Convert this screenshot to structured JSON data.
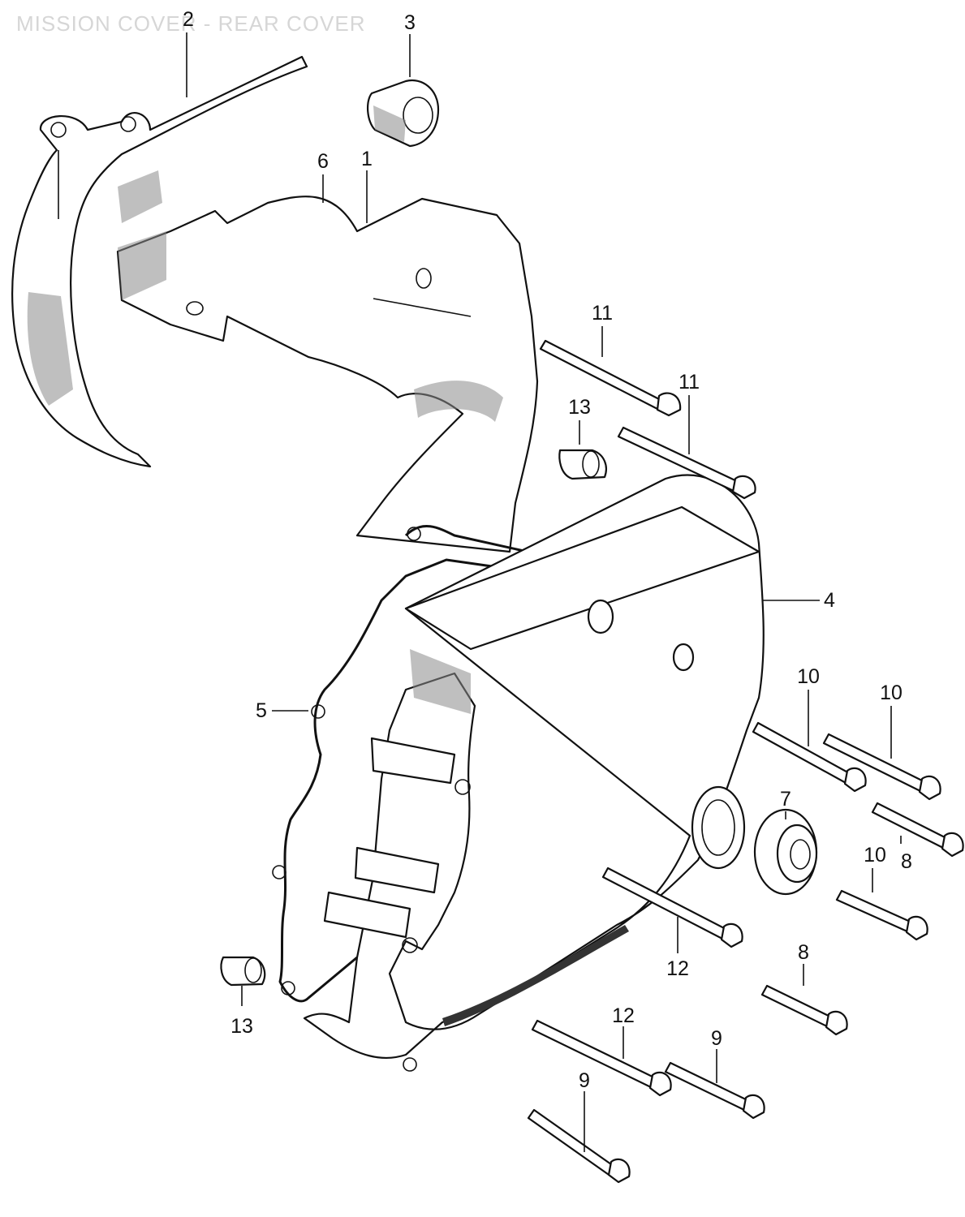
{
  "diagram": {
    "faded_title": "MISSION COVER - REAR COVER",
    "callouts": [
      {
        "id": "c1",
        "label": "1"
      },
      {
        "id": "c2",
        "label": "2"
      },
      {
        "id": "c3",
        "label": "3"
      },
      {
        "id": "c4",
        "label": "4"
      },
      {
        "id": "c5",
        "label": "5"
      },
      {
        "id": "c6",
        "label": "6"
      },
      {
        "id": "c7",
        "label": "7"
      },
      {
        "id": "c8a",
        "label": "8"
      },
      {
        "id": "c8b",
        "label": "8"
      },
      {
        "id": "c9a",
        "label": "9"
      },
      {
        "id": "c9b",
        "label": "9"
      },
      {
        "id": "c10a",
        "label": "10"
      },
      {
        "id": "c10b",
        "label": "10"
      },
      {
        "id": "c10c",
        "label": "10"
      },
      {
        "id": "c11a",
        "label": "11"
      },
      {
        "id": "c11b",
        "label": "11"
      },
      {
        "id": "c12a",
        "label": "12"
      },
      {
        "id": "c12b",
        "label": "12"
      },
      {
        "id": "c13a",
        "label": "13"
      },
      {
        "id": "c13b",
        "label": "13"
      }
    ]
  }
}
